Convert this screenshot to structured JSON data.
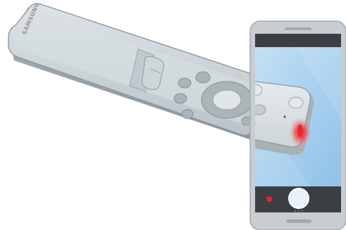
{
  "remote": {
    "brand_logo": "SAMSUNG"
  },
  "phone": {
    "shutter": "shutter-button",
    "record": "record-indicator"
  },
  "colors": {
    "remote_body": "#c3ccd0",
    "remote_edge": "#8f9aa0",
    "phone_frame": "#c8cdd1",
    "phone_screen": "#a9d2f0",
    "phone_bar": "#3b3e42",
    "ir_signal": "#e8262c",
    "record_dot": "#e0282e"
  }
}
